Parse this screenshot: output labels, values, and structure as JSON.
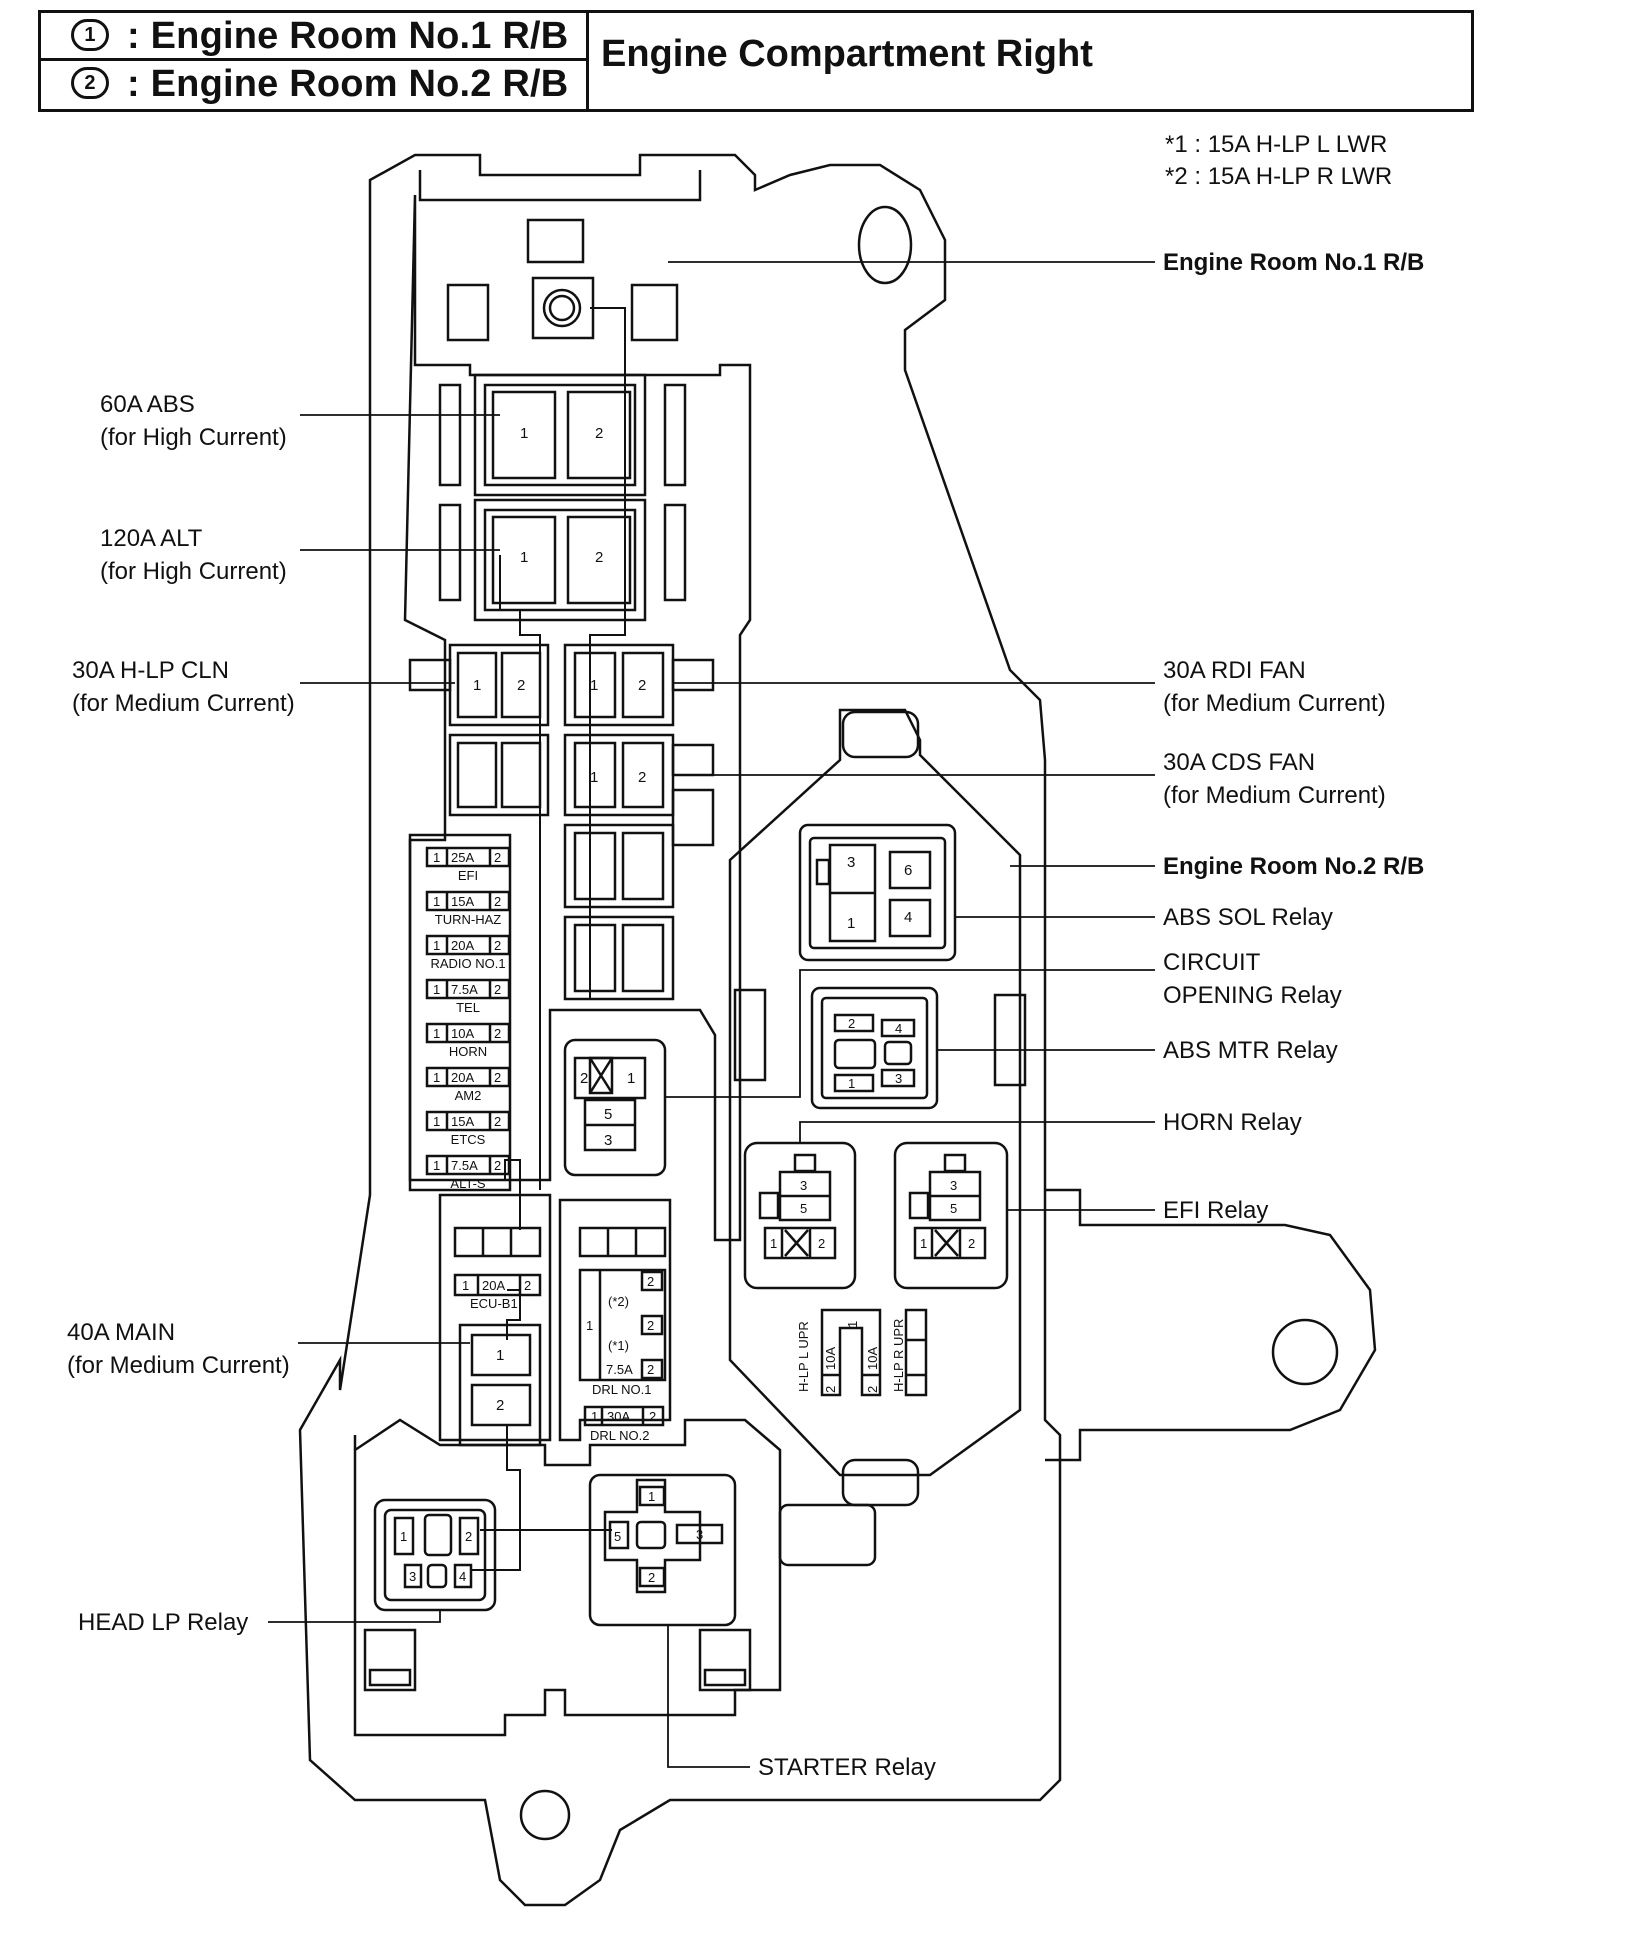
{
  "header": {
    "row1_number": "1",
    "row1_label": ": Engine Room No.1 R/B",
    "row2_number": "2",
    "row2_label": ": Engine Room No.2 R/B",
    "title": "Engine Compartment Right"
  },
  "notes": {
    "note1": "*1 : 15A H-LP L LWR",
    "note2": "*2 : 15A H-LP R LWR"
  },
  "callouts": {
    "engine_room_no1": "Engine Room No.1 R/B",
    "abs_60a": "60A ABS",
    "abs_60a_sub": "(for High Current)",
    "alt_120a": "120A ALT",
    "alt_120a_sub": "(for High Current)",
    "hlp_cln_30a": "30A H-LP CLN",
    "hlp_cln_30a_sub": "(for Medium Current)",
    "rdi_fan_30a": "30A RDI FAN",
    "rdi_fan_30a_sub": "(for Medium Current)",
    "cds_fan_30a": "30A CDS FAN",
    "cds_fan_30a_sub": "(for Medium Current)",
    "engine_room_no2": "Engine Room No.2 R/B",
    "abs_sol_relay": "ABS SOL Relay",
    "circuit_opening_1": "CIRCUIT",
    "circuit_opening_2": "OPENING Relay",
    "abs_mtr_relay": "ABS MTR Relay",
    "horn_relay": "HORN Relay",
    "efi_relay": "EFI Relay",
    "main_40a": "40A MAIN",
    "main_40a_sub": "(for Medium Current)",
    "head_lp_relay": "HEAD LP Relay",
    "starter_relay": "STARTER Relay"
  },
  "fuse_column": [
    {
      "amp": "25A",
      "name": "EFI"
    },
    {
      "amp": "15A",
      "name": "TURN-HAZ"
    },
    {
      "amp": "20A",
      "name": "RADIO NO.1"
    },
    {
      "amp": "7.5A",
      "name": "TEL"
    },
    {
      "amp": "10A",
      "name": "HORN"
    },
    {
      "amp": "20A",
      "name": "AM2"
    },
    {
      "amp": "15A",
      "name": "ETCS"
    },
    {
      "amp": "7.5A",
      "name": "ALT-S"
    }
  ],
  "small_fuses": {
    "ecu_b1_amp": "20A",
    "ecu_b1_name": "ECU-B1",
    "drl_no1_amp": "7.5A",
    "drl_no1_name": "DRL NO.1",
    "drl_no2_amp": "30A",
    "drl_no2_name": "DRL NO.2",
    "note2_ref": "(*2)",
    "note1_ref": "(*1)",
    "hlp_l_upr": "H-LP L UPR",
    "hlp_r_upr": "H-LP R UPR",
    "hlp_amp": "10A"
  },
  "pins": {
    "p1": "1",
    "p2": "2",
    "p3": "3",
    "p4": "4",
    "p5": "5",
    "p6": "6"
  }
}
